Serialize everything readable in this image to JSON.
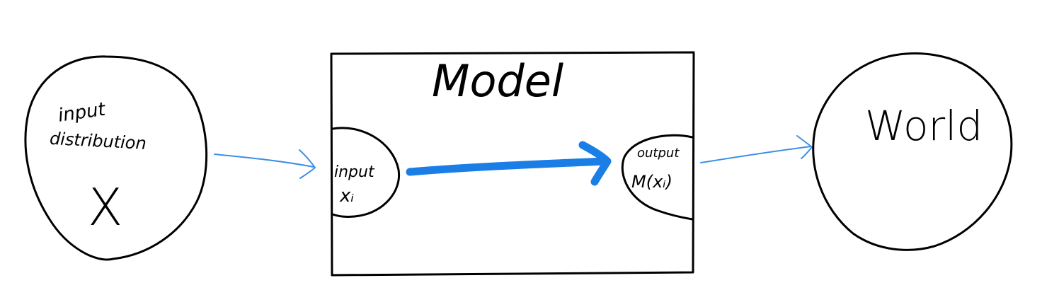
{
  "input_distribution": {
    "line1": "input",
    "line2": "distribution",
    "symbol": "X"
  },
  "model": {
    "title": "Model",
    "input_port": {
      "line1": "input",
      "line2": "xᵢ"
    },
    "output_port": {
      "line1": "output",
      "line2": "M(xᵢ)"
    }
  },
  "world": {
    "label": "World"
  },
  "colors": {
    "ink": "#000000",
    "flow_arrow": "#1a7ee6",
    "thin_arrow": "#3d8fe8"
  }
}
